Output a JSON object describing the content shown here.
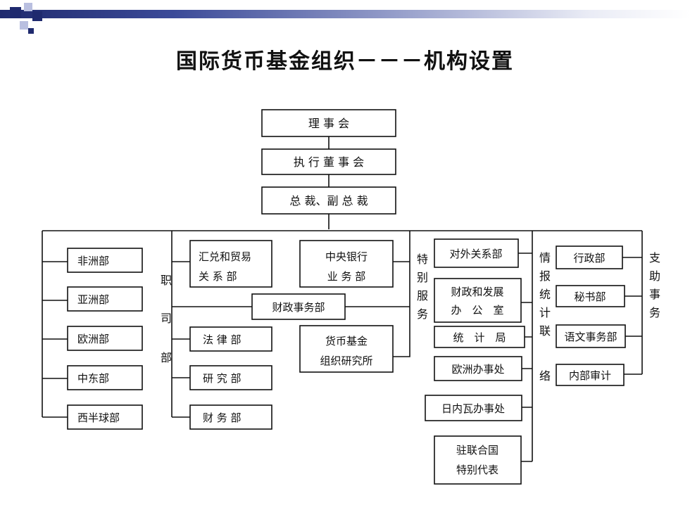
{
  "title": "国际货币基金组织－－－机构设置",
  "top": {
    "board_of_governors": "理 事 会",
    "executive_board": "执 行 董 事 会",
    "management": "总 裁、副 总 裁"
  },
  "area_departments": [
    "非洲部",
    "亚洲部",
    "欧洲部",
    "中东部",
    "西半球部"
  ],
  "functional_group": {
    "label_lines": [
      "职",
      "司",
      "部"
    ],
    "exchange_trade": [
      "汇兑和贸易",
      "关 系 部"
    ],
    "central_banking": [
      "中央银行",
      "业 务 部"
    ],
    "fiscal_affairs": "财政事务部",
    "legal": "法 律 部",
    "research": "研 究 部",
    "treasurer": "财 务 部",
    "imf_institute": [
      "货币基金",
      "组织研究所"
    ]
  },
  "special_services": {
    "label_lines": [
      "特",
      "别",
      "服",
      "务"
    ],
    "external_relations": "对外关系部",
    "fiscal_development": [
      "财政和发展",
      "办　公　室"
    ],
    "statistics": "统　计　局",
    "europe_office": "欧洲办事处",
    "geneva_office": "日内瓦办事处",
    "un_representative": [
      "驻联合国",
      "特别代表"
    ]
  },
  "information_liaison": {
    "label_lines": [
      "情",
      "报",
      "统",
      "计",
      "联",
      "络"
    ]
  },
  "support_services": {
    "label_lines": [
      "支",
      "助",
      "事",
      "务"
    ],
    "administration": "行政部",
    "secretary": "秘书部",
    "language_services": "语文事务部",
    "internal_audit": "内部审计"
  }
}
